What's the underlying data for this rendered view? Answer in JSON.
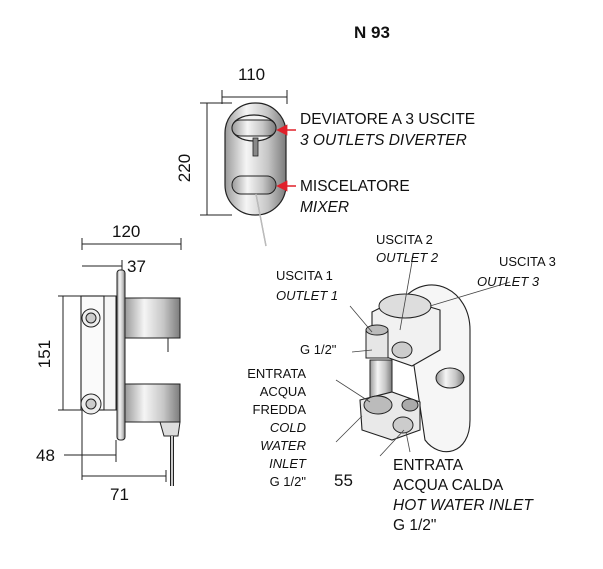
{
  "title": "N 93",
  "dimensions": {
    "width_front": "110",
    "height_front": "220",
    "width_side": "120",
    "depth_37": "37",
    "height_side": "151",
    "min_48": "48",
    "depth_71": "71",
    "spacing_55": "55"
  },
  "front_labels": {
    "diverter_it": "DEVIATORE A 3 USCITE",
    "diverter_en": "3 OUTLETS DIVERTER",
    "mixer_it": "MISCELATORE",
    "mixer_en": "MIXER"
  },
  "outlets": {
    "outlet1_it": "USCITA 1",
    "outlet1_en": "OUTLET 1",
    "outlet2_it": "USCITA 2",
    "outlet2_en": "OUTLET 2",
    "outlet3_it": "USCITA 3",
    "outlet3_en": "OUTLET 3",
    "thread": "G 1/2\""
  },
  "cold_inlet": {
    "line1": "ENTRATA",
    "line2": "ACQUA",
    "line3": "FREDDA",
    "line4": "COLD",
    "line5": "WATER",
    "line6": "INLET",
    "line7": "G 1/2\""
  },
  "hot_inlet": {
    "line1": "ENTRATA",
    "line2": "ACQUA CALDA",
    "line3": "HOT WATER INLET",
    "line4": "G 1/2\""
  },
  "colors": {
    "arrow": "#e0202a",
    "line": "#222222"
  }
}
